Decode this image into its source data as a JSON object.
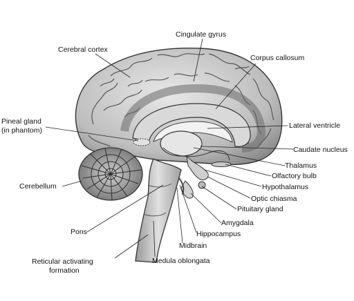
{
  "diagram": {
    "labels": {
      "cingulate_gyrus": "Cingulate gyrus",
      "cerebral_cortex": "Cerebral cortex",
      "corpus_callosum": "Corpus callosum",
      "pineal_gland_1": "Pineal gland",
      "pineal_gland_2": "(in phantom)",
      "lateral_ventricle": "Lateral ventricle",
      "caudate_nucleus": "Caudate nucleus",
      "thalamus": "Thalamus",
      "olfactory_bulb": "Olfactory bulb",
      "hypothalamus": "Hypothalamus",
      "cerebellum": "Cerebellum",
      "optic_chiasma": "Optic chiasma",
      "pituitary_gland": "Pituitary gland",
      "amygdala": "Amygdala",
      "pons": "Pons",
      "hippocampus": "Hippocampus",
      "midbrain": "Midbrain",
      "reticular_1": "Reticular activating",
      "reticular_2": "formation",
      "medulla_oblongata": "Medula oblongata"
    }
  }
}
